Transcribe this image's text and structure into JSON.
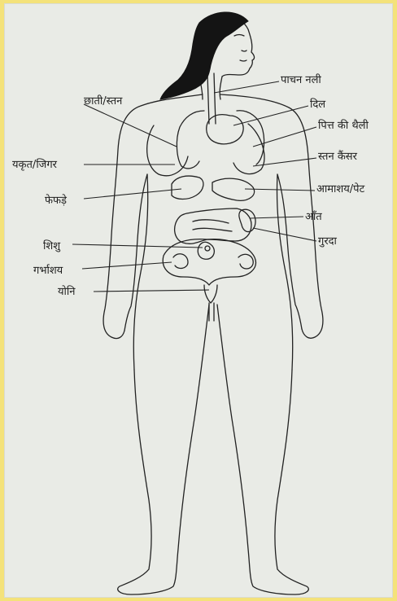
{
  "labels": {
    "chest": "छाती/स्तन",
    "liver": "यकृत/जिगर",
    "lungs": "फेफड़े",
    "baby": "शिशु",
    "uterus": "गर्भाशय",
    "vagina": "योनि",
    "esophagus": "पाचन नली",
    "heart": "दिल",
    "gallbladder": "पित्त की थैली",
    "breast_cancer": "स्तन कैंसर",
    "stomach": "आमाशय/पेट",
    "intestines": "आँत",
    "kidney": "गुरदा"
  },
  "colors": {
    "background_border": "#f4e27a",
    "paper": "#e9ebe6",
    "ink": "#1f1f1f",
    "hair": "#141414"
  }
}
